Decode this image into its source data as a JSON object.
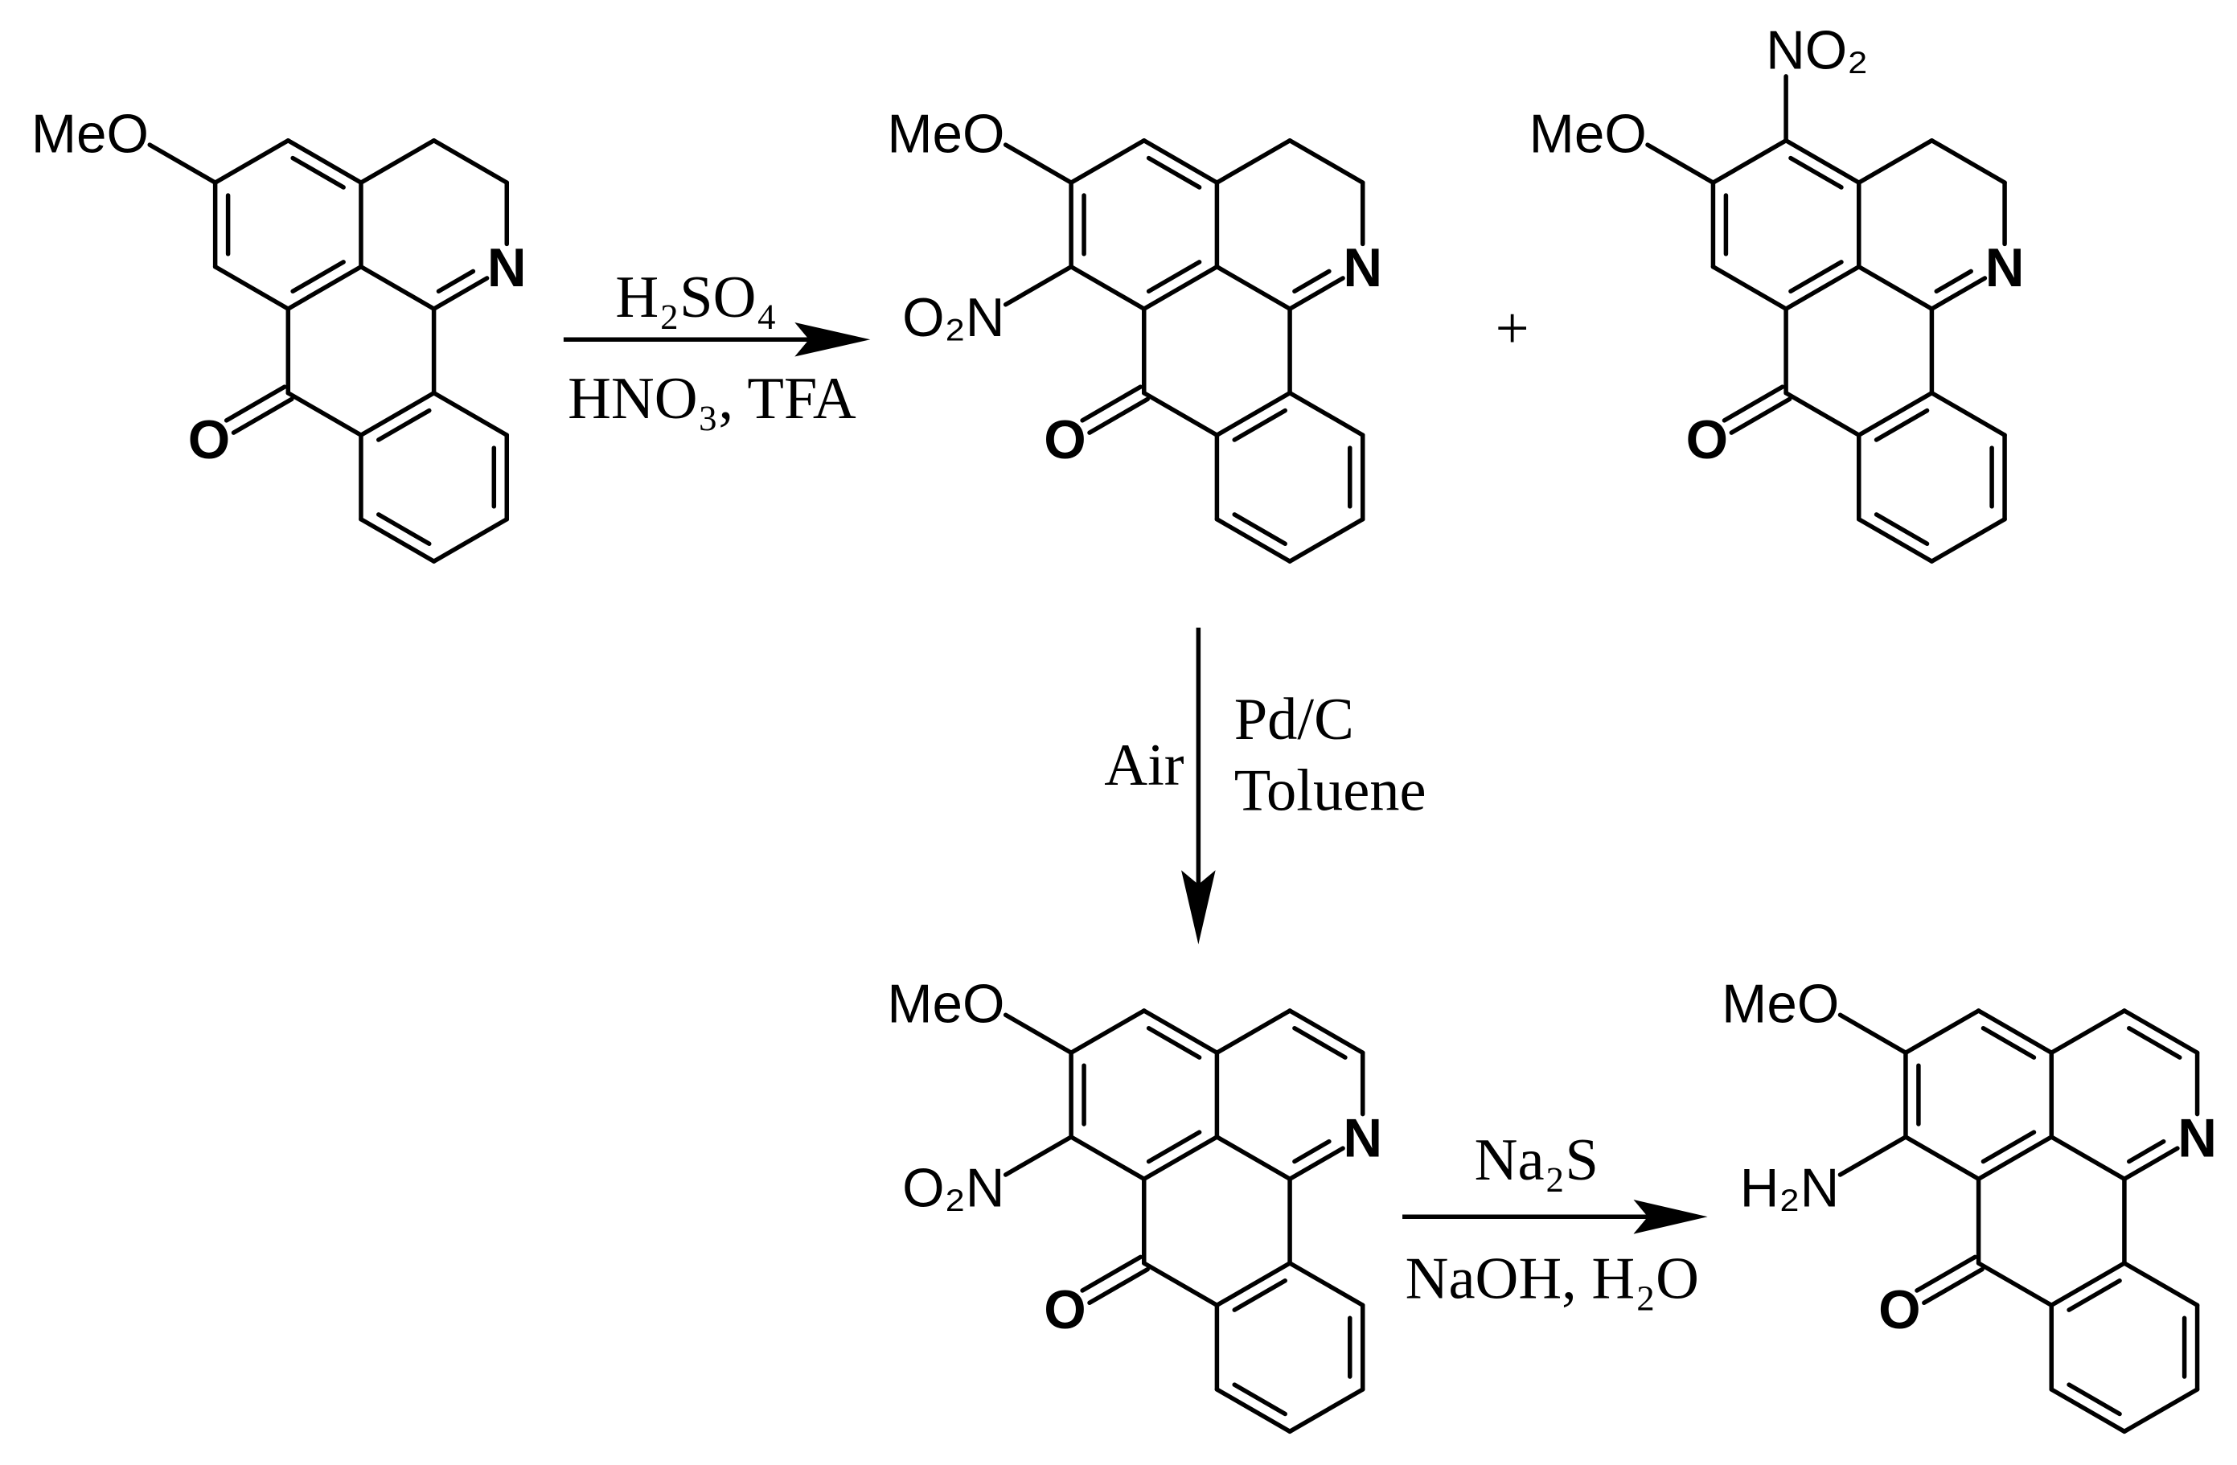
{
  "colors": {
    "ink": "#000000",
    "background": "#ffffff"
  },
  "molecules": [
    {
      "methoxy": "MeO",
      "nitrogen": "N",
      "carbonyl": "O"
    },
    {
      "methoxy": "MeO",
      "nitro": "O₂N",
      "nitrogen": "N",
      "carbonyl": "O"
    },
    {
      "methoxy": "MeO",
      "nitro": "NO₂",
      "nitrogen": "N",
      "carbonyl": "O"
    },
    {
      "methoxy": "MeO",
      "nitro": "O₂N",
      "nitrogen": "N",
      "carbonyl": "O"
    },
    {
      "methoxy": "MeO",
      "amino": "H₂N",
      "nitrogen": "N",
      "carbonyl": "O"
    }
  ],
  "step_1": {
    "reagent_above": "H₂SO₄",
    "reagent_below": "HNO₃, TFA"
  },
  "plus_sign": "+",
  "step_2": {
    "reagent_left": "Air",
    "reagent_right": [
      "Pd/C",
      "Toluene"
    ]
  },
  "step_3": {
    "reagent_above": "Na₂S",
    "reagent_below": "NaOH, H₂O"
  }
}
